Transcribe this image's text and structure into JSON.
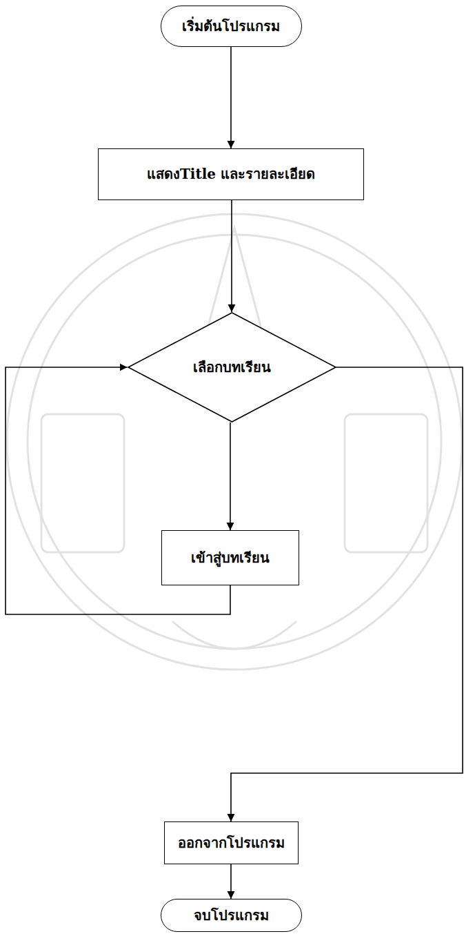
{
  "diagram": {
    "nodes": [
      {
        "text": [
          "เริ่มต้นโปรแกรม"
        ]
      },
      {
        "text": [
          "แสดงTitle และรายละเอียด"
        ]
      },
      {
        "text": [
          "เลือกบทเรียน"
        ]
      },
      {
        "text": [
          "เข้าสู่บทเรียน"
        ]
      },
      {
        "text": [
          "ออกจากโปรแกรม"
        ]
      },
      {
        "text": [
          "จบโปรแกรม"
        ]
      }
    ],
    "edges": [
      {
        "from": 0,
        "to": 1,
        "arrow": "to"
      },
      {
        "from": 1,
        "to": 2,
        "arrow": "to"
      },
      {
        "from": 2,
        "to": 3,
        "arrow": "to"
      },
      {
        "from": 3,
        "to": 2,
        "arrow": "to"
      },
      {
        "from": 2,
        "to": 4,
        "arrow": "to"
      },
      {
        "from": 4,
        "to": 5,
        "arrow": "to"
      }
    ]
  }
}
